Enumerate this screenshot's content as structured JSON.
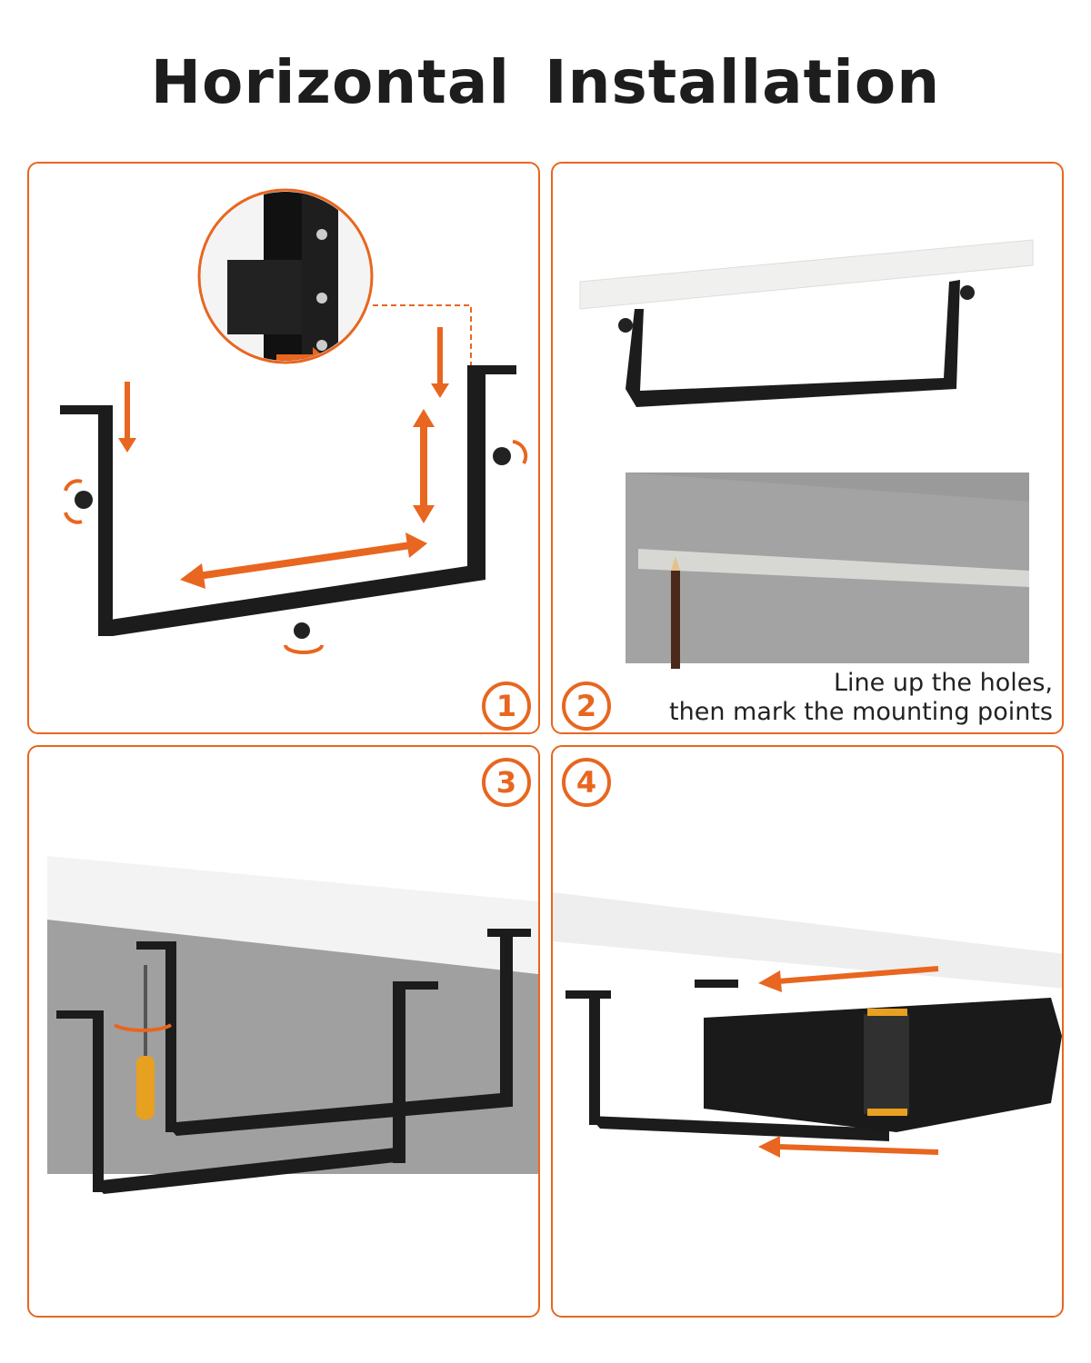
{
  "title": "Horizontal Installation",
  "colors": {
    "accent": "#e8661f",
    "bracket": "#1c1c1c",
    "text": "#1d1d1d"
  },
  "steps": [
    {
      "number": "1"
    },
    {
      "number": "2",
      "caption_line1": "Line up the holes,",
      "caption_line2": "then mark the mounting points"
    },
    {
      "number": "3"
    },
    {
      "number": "4"
    }
  ]
}
